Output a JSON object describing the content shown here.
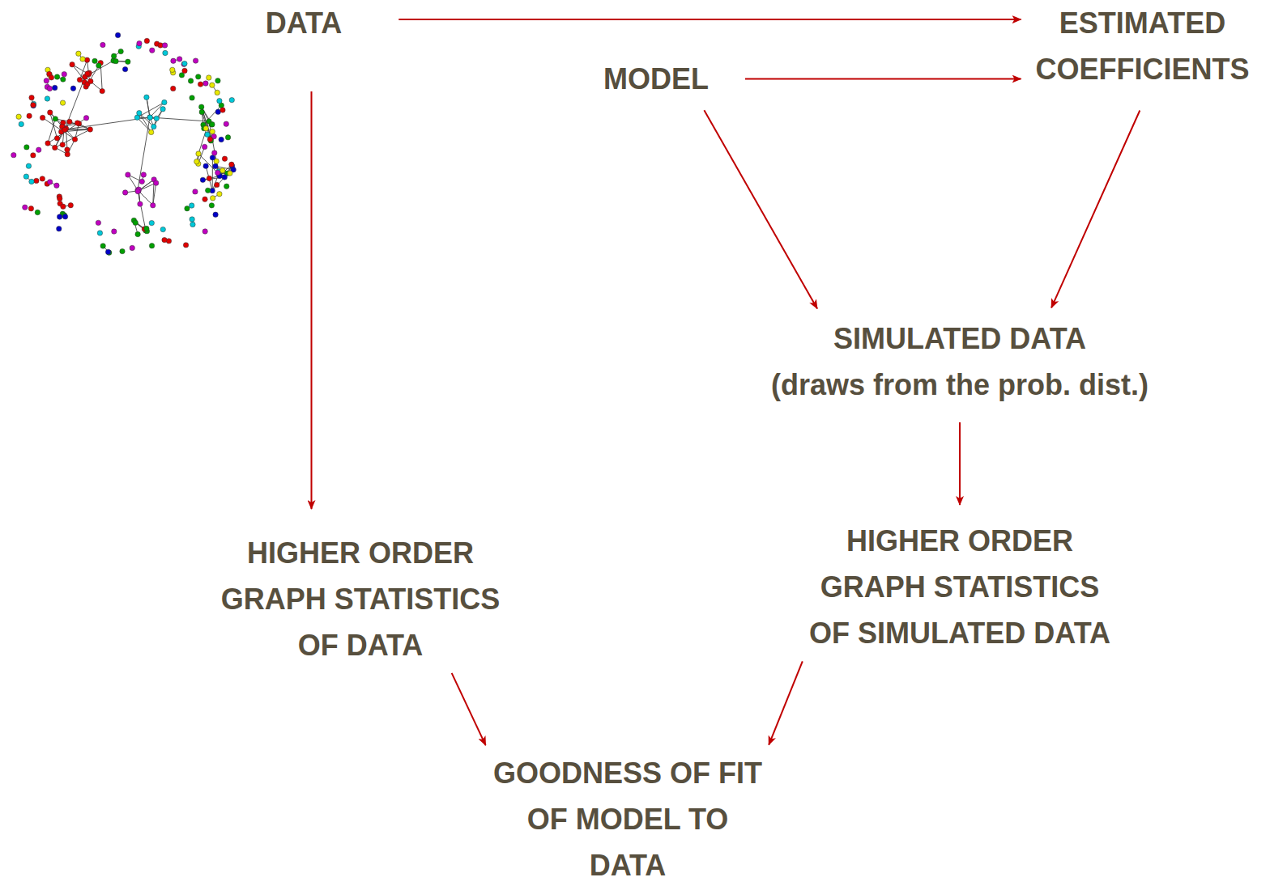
{
  "diagram": {
    "nodes": [
      {
        "text": [
          "DATA"
        ]
      },
      {
        "text": [
          "MODEL"
        ]
      },
      {
        "text": [
          "ESTIMATED COEFFICIENTS"
        ]
      },
      {
        "text": [
          "SIMULATED DATA",
          "(draws from the prob. dist.)"
        ]
      },
      {
        "text": [
          "HIGHER ORDER GRAPH STATISTICS OF DATA"
        ]
      },
      {
        "text": [
          "HIGHER ORDER GRAPH STATISTICS OF SIMULATED DATA"
        ]
      },
      {
        "text": [
          "GOODNESS OF FIT OF MODEL TO DATA"
        ]
      }
    ],
    "edges": [
      {
        "from": 0,
        "to": 2,
        "arrow": "to"
      },
      {
        "from": 1,
        "to": 2,
        "arrow": "to"
      },
      {
        "from": 1,
        "to": 3,
        "arrow": "to"
      },
      {
        "from": 2,
        "to": 3,
        "arrow": "to"
      },
      {
        "from": 0,
        "to": 4,
        "arrow": "to"
      },
      {
        "from": 3,
        "to": 5,
        "arrow": "to"
      },
      {
        "from": 4,
        "to": 6,
        "arrow": "to"
      },
      {
        "from": 5,
        "to": 6,
        "arrow": "to"
      }
    ]
  }
}
